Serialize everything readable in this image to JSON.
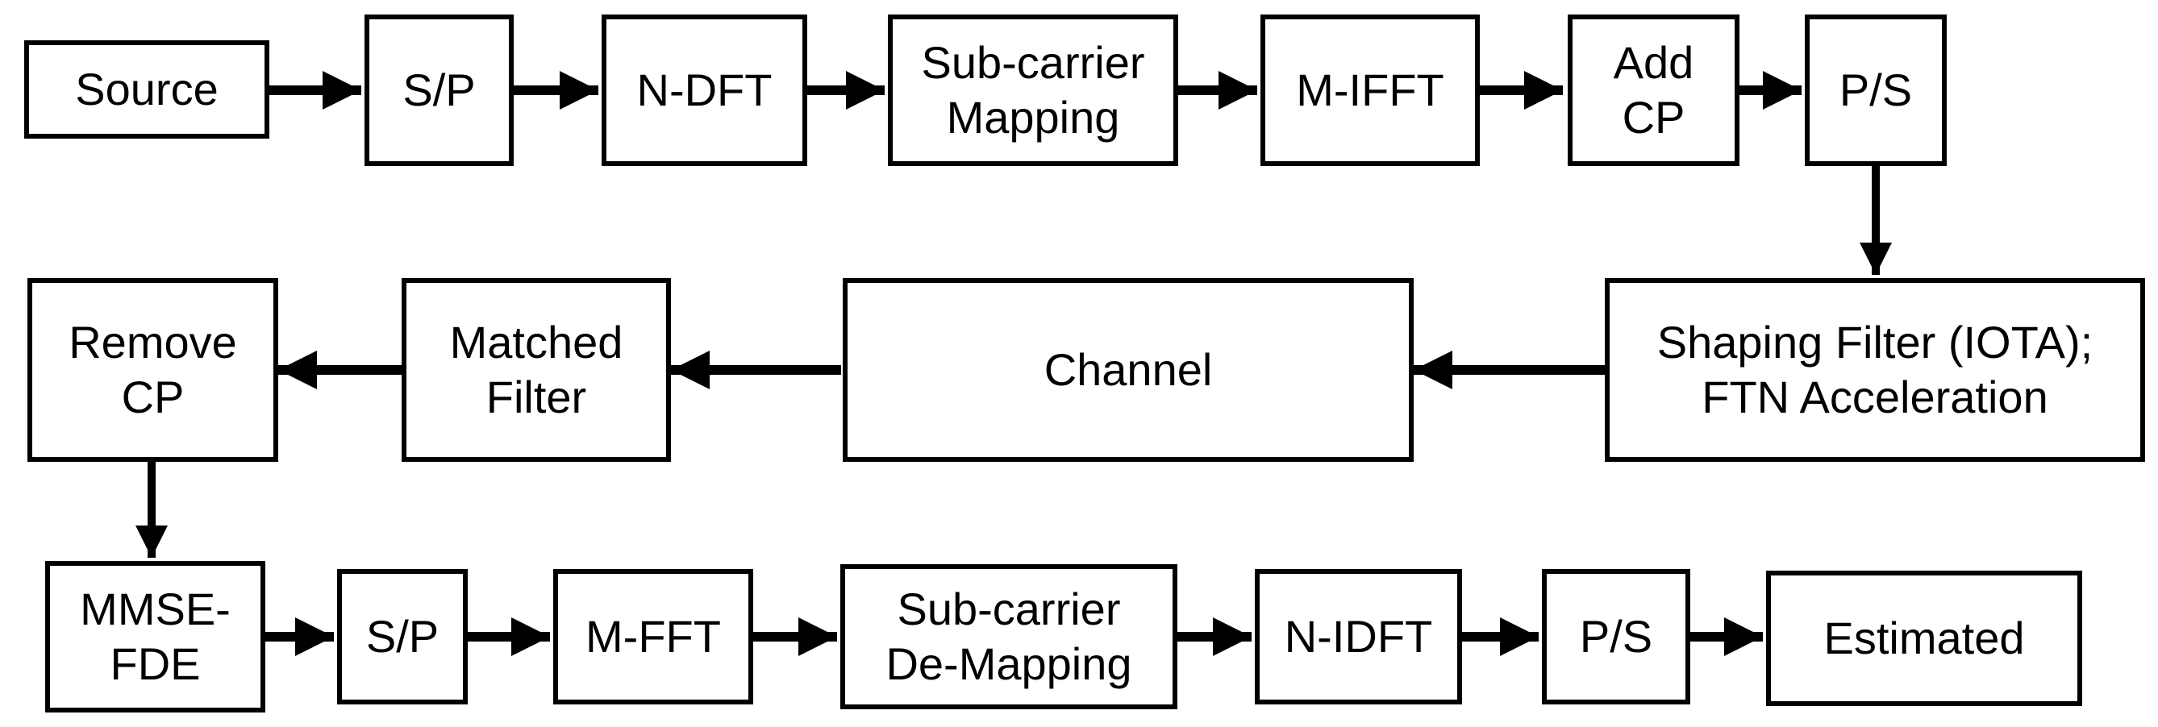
{
  "figure": {
    "type": "block-diagram",
    "colors": {
      "background": "#ffffff",
      "stroke": "#000000",
      "text": "#000000"
    },
    "blocks": [
      {
        "id": "source",
        "label": "Source"
      },
      {
        "id": "sp-tx",
        "label": "S/P"
      },
      {
        "id": "n-dft",
        "label": "N-DFT"
      },
      {
        "id": "subcarrier-mapping",
        "label": "Sub-carrier\nMapping"
      },
      {
        "id": "m-ifft",
        "label": "M-IFFT"
      },
      {
        "id": "add-cp",
        "label": "Add\nCP"
      },
      {
        "id": "ps-tx",
        "label": "P/S"
      },
      {
        "id": "shaping-filter",
        "label": "Shaping Filter (IOTA);\nFTN Acceleration"
      },
      {
        "id": "channel",
        "label": "Channel"
      },
      {
        "id": "matched-filter",
        "label": "Matched\nFilter"
      },
      {
        "id": "remove-cp",
        "label": "Remove\nCP"
      },
      {
        "id": "mmse-fde",
        "label": "MMSE-\nFDE"
      },
      {
        "id": "sp-rx",
        "label": "S/P"
      },
      {
        "id": "m-fft",
        "label": "M-FFT"
      },
      {
        "id": "subcarrier-demapping",
        "label": "Sub-carrier\nDe-Mapping"
      },
      {
        "id": "n-idft",
        "label": "N-IDFT"
      },
      {
        "id": "ps-rx",
        "label": "P/S"
      },
      {
        "id": "estimated",
        "label": "Estimated"
      }
    ],
    "connections": [
      {
        "from": "source",
        "to": "sp-tx"
      },
      {
        "from": "sp-tx",
        "to": "n-dft"
      },
      {
        "from": "n-dft",
        "to": "subcarrier-mapping"
      },
      {
        "from": "subcarrier-mapping",
        "to": "m-ifft"
      },
      {
        "from": "m-ifft",
        "to": "add-cp"
      },
      {
        "from": "add-cp",
        "to": "ps-tx"
      },
      {
        "from": "ps-tx",
        "to": "shaping-filter"
      },
      {
        "from": "shaping-filter",
        "to": "channel"
      },
      {
        "from": "channel",
        "to": "matched-filter"
      },
      {
        "from": "matched-filter",
        "to": "remove-cp"
      },
      {
        "from": "remove-cp",
        "to": "mmse-fde"
      },
      {
        "from": "mmse-fde",
        "to": "sp-rx"
      },
      {
        "from": "sp-rx",
        "to": "m-fft"
      },
      {
        "from": "m-fft",
        "to": "subcarrier-demapping"
      },
      {
        "from": "subcarrier-demapping",
        "to": "n-idft"
      },
      {
        "from": "n-idft",
        "to": "ps-rx"
      },
      {
        "from": "ps-rx",
        "to": "estimated"
      }
    ]
  }
}
